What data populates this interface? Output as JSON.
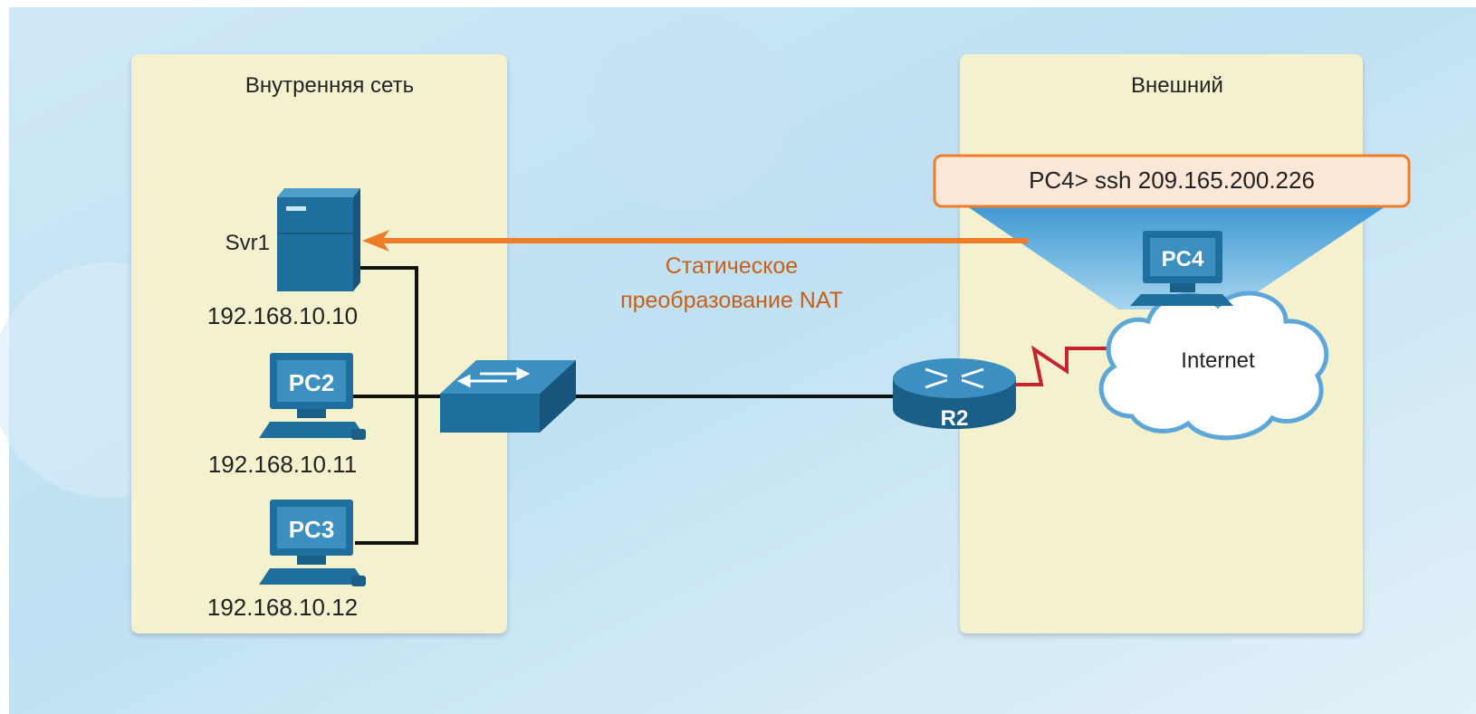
{
  "zones": {
    "inside_title": "Внутренняя сеть",
    "outside_title": "Внешний"
  },
  "devices": {
    "server": {
      "name": "Svr1",
      "ip": "192.168.10.10"
    },
    "pc2": {
      "label": "PC2",
      "ip": "192.168.10.11"
    },
    "pc3": {
      "label": "PC3",
      "ip": "192.168.10.12"
    },
    "pc4": {
      "label": "PC4"
    },
    "router": {
      "label": "R2"
    },
    "cloud": {
      "label": "Internet"
    }
  },
  "command": {
    "text": "PC4> ssh 209.165.200.226"
  },
  "nat_label": {
    "line1": "Статическое",
    "line2": "преобразование NAT"
  },
  "colors": {
    "zone_fill": "#f4f1cf",
    "device_blue": "#1f6f9e",
    "arrow_orange": "#f07c27",
    "nat_text": "#c8601b",
    "serial_red": "#c8232c",
    "callout_fill": "#fde7d7"
  }
}
